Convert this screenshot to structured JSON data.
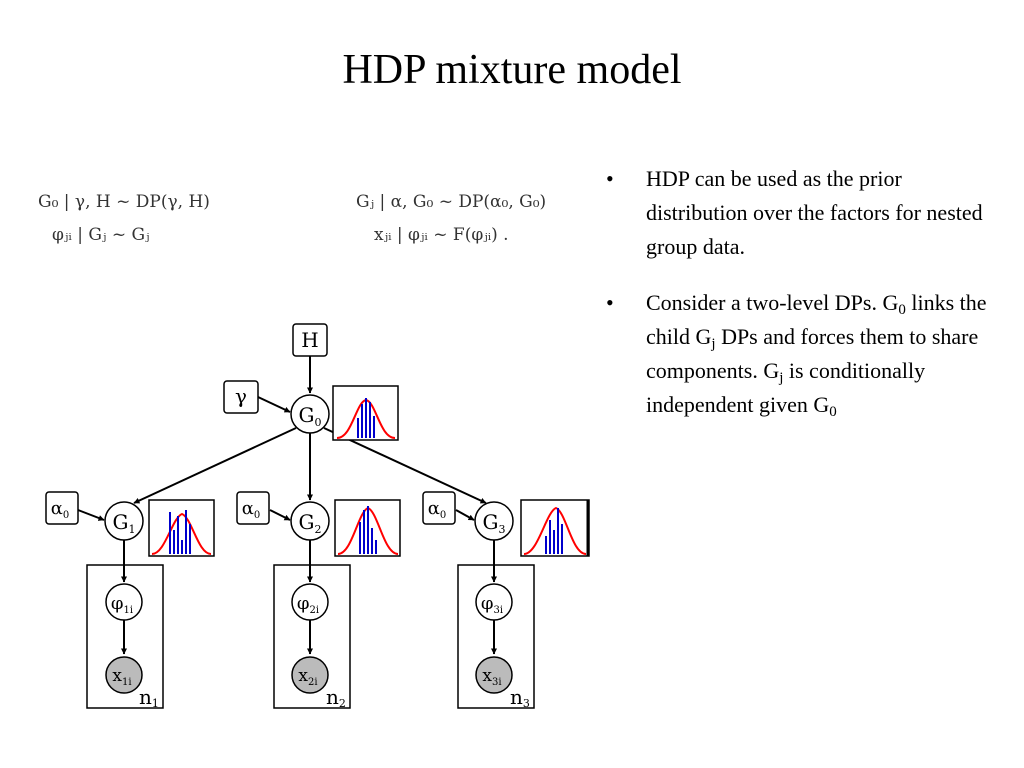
{
  "slide": {
    "title": "HDP mixture model"
  },
  "equations": {
    "left_line1": "G₀ | γ, H  ~  DP(γ, H)",
    "left_line2": "φⱼᵢ | Gⱼ  ~  Gⱼ",
    "right_line1": "Gⱼ | α, G₀  ~  DP(α₀, G₀)",
    "right_line2": "xⱼᵢ | φⱼᵢ  ~  F(φⱼᵢ) ."
  },
  "diagram": {
    "H": "H",
    "gamma": "γ",
    "G0": {
      "base": "G",
      "sub": "0"
    },
    "groups": [
      {
        "alpha": {
          "base": "α",
          "sub": "0"
        },
        "G": {
          "base": "G",
          "sub": "1"
        },
        "phi": {
          "base": "φ",
          "sub": "1i"
        },
        "x": {
          "base": "x",
          "sub": "1i"
        },
        "n": {
          "base": "n",
          "sub": "1"
        }
      },
      {
        "alpha": {
          "base": "α",
          "sub": "0"
        },
        "G": {
          "base": "G",
          "sub": "2"
        },
        "phi": {
          "base": "φ",
          "sub": "2i"
        },
        "x": {
          "base": "x",
          "sub": "2i"
        },
        "n": {
          "base": "n",
          "sub": "2"
        }
      },
      {
        "alpha": {
          "base": "α",
          "sub": "0"
        },
        "G": {
          "base": "G",
          "sub": "3"
        },
        "phi": {
          "base": "φ",
          "sub": "3i"
        },
        "x": {
          "base": "x",
          "sub": "3i"
        },
        "n": {
          "base": "n",
          "sub": "3"
        }
      }
    ],
    "colors": {
      "curve": "#ff0000",
      "bars": "#0000cc",
      "observed_fill": "#bbbbbb"
    }
  },
  "bullets": {
    "b1_text": "HDP can be used as the prior distribution over the factors for nested group data.",
    "b2_p1": "Consider a two-level DPs. G",
    "b2_s1": "0",
    "b2_p2": " links the child G",
    "b2_s2": "j",
    "b2_p3": " DPs and forces them to share components. G",
    "b2_s3": "j",
    "b2_p4": " is conditionally independent given G",
    "b2_s4": "0",
    "marker": "•"
  }
}
